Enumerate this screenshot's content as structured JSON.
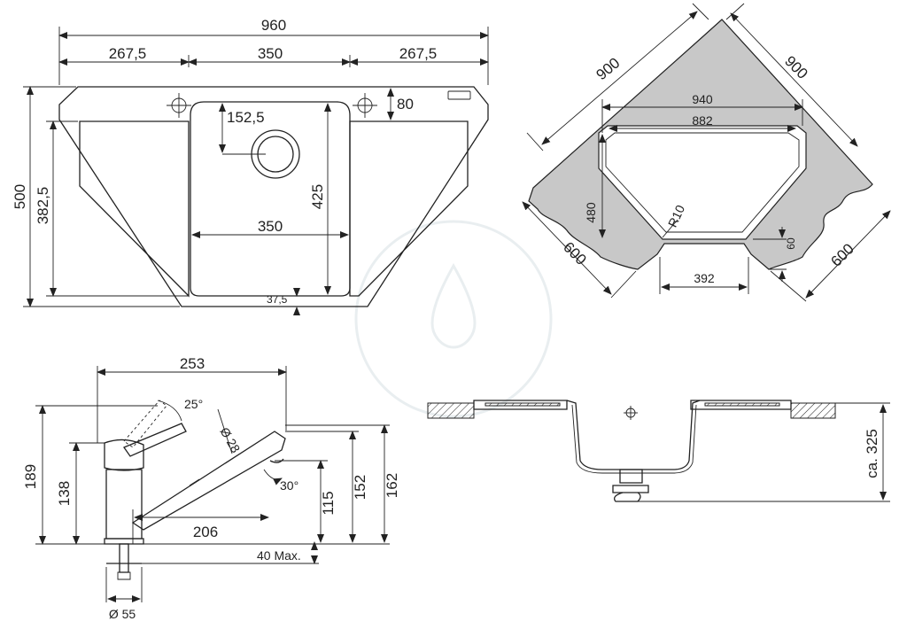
{
  "top_view": {
    "width_total": "960",
    "width_left": "267,5",
    "width_mid": "350",
    "width_right": "267,5",
    "depth_total": "500",
    "depth_drainer": "382,5",
    "bowl_width": "350",
    "bowl_depth": "425",
    "waste_offset": "152,5",
    "tap_offset": "80",
    "bottom_margin": "37,5"
  },
  "corner_view": {
    "wall_left": "900",
    "wall_right": "900",
    "cutout_outer": "940",
    "cutout_inner": "882",
    "cutout_depth": "480",
    "radius": "R10",
    "front_margin": "60",
    "front_width": "392",
    "side_left": "600",
    "side_right": "600"
  },
  "tap_view": {
    "reach": "253",
    "swivel_angle": "25°",
    "spout_diameter": "Ø 28",
    "spray_angle": "30°",
    "height_total": "189",
    "height_body": "138",
    "height_115": "115",
    "height_152": "152",
    "height_162": "162",
    "spout_reach": "206",
    "counter_thickness": "40 Max.",
    "hole_diameter": "Ø 55"
  },
  "section_view": {
    "depth_below": "ca. 325"
  }
}
